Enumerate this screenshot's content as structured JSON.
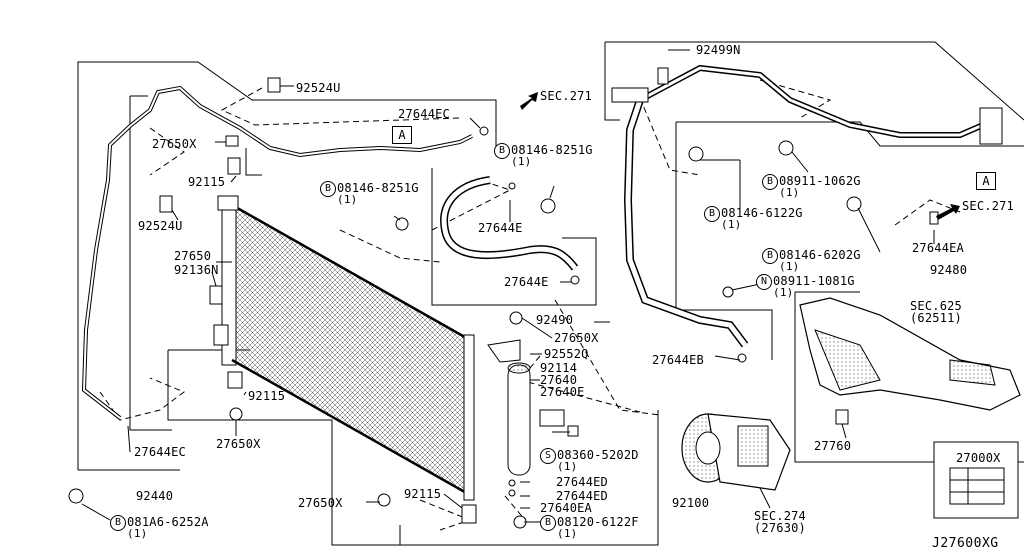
{
  "labels": {
    "p92524U_top": "92524U",
    "p92524U_left": "92524U",
    "p27644EC_top": "27644EC",
    "p27644EC_bot": "27644EC",
    "sec271_top": "SEC.271",
    "sec271_right": "SEC.271",
    "p27650X_a": "27650X",
    "p27650X_b": "27650X",
    "p27650X_c": "27650X",
    "p27650X_d": "27650X",
    "p92115_a": "92115",
    "p92115_b": "92115",
    "p92115_c": "92115",
    "p08146_8251G_a": "08146-8251G",
    "p08146_8251G_b": "08146-8251G",
    "qty1": "(1)",
    "p27650": "27650",
    "p92136N": "92136N",
    "p27644E_a": "27644E",
    "p27644E_b": "27644E",
    "p92490": "92490",
    "p92552Q": "92552Q",
    "p92114": "92114",
    "p27640": "27640",
    "p27640E": "27640E",
    "p08360_5202D": "08360-5202D",
    "p27644ED_a": "27644ED",
    "p27644ED_b": "27644ED",
    "p27640EA": "27640EA",
    "p08120_6122F": "08120-6122F",
    "p92440": "92440",
    "p081A6_6252A": "081A6-6252A",
    "p92100": "92100",
    "sec274": "SEC.274",
    "p27630": "(27630)",
    "p92499N": "92499N",
    "p08911_1062G": "08911-1062G",
    "p08146_6122G": "08146-6122G",
    "p08146_6202G": "08146-6202G",
    "p08911_1081G": "08911-1081G",
    "p27644EA": "27644EA",
    "p92480": "92480",
    "sec625": "SEC.625",
    "p62511": "(62511)",
    "p27644EB": "27644EB",
    "p27760": "27760",
    "p27000X": "27000X",
    "ref": "J27600XG",
    "marker_A": "A",
    "mk_B": "B",
    "mk_N": "N",
    "mk_S": "S"
  }
}
